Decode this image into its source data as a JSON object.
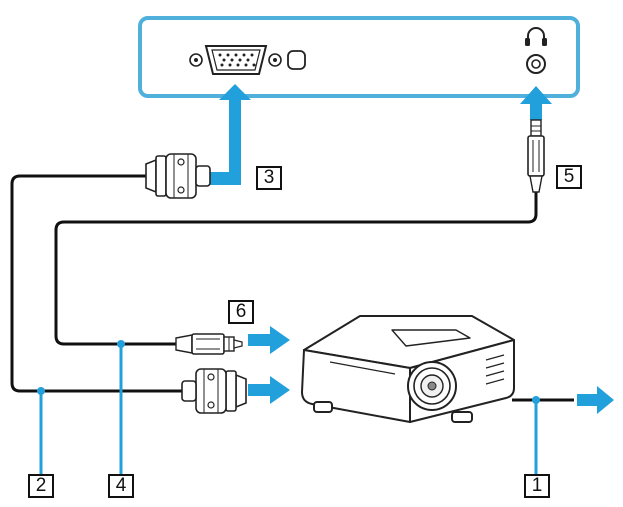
{
  "callouts": {
    "c1": "1",
    "c2": "2",
    "c3": "3",
    "c4": "4",
    "c5": "5",
    "c6": "6"
  },
  "colors": {
    "panel_stroke": "#4fb0dc",
    "arrow": "#22a0dc",
    "cable": "#111111",
    "pointer": "#22a0dc"
  },
  "icons": {
    "headphone": "headphone-icon",
    "vga_port": "vga-port-icon",
    "audio_jack": "audio-jack-icon"
  }
}
